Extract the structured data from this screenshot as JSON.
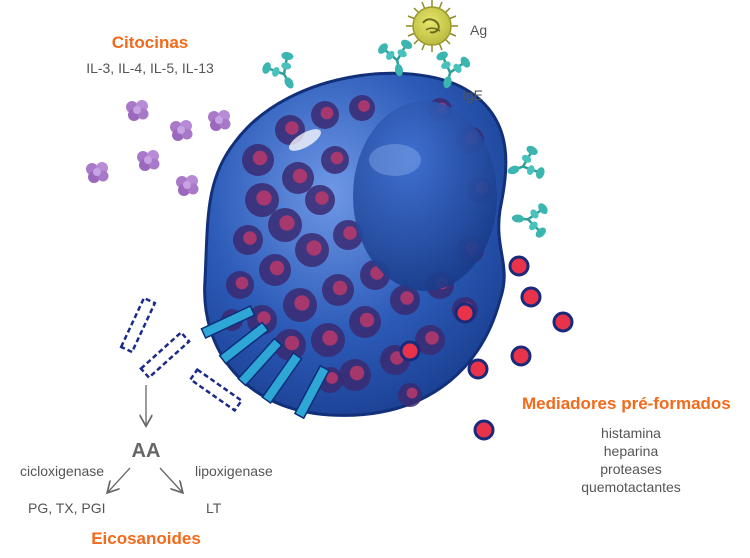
{
  "colors": {
    "accent": "#f26a1b",
    "text": "#555555",
    "cell": "#1f4ea8",
    "granule": "#3a2a72",
    "granule_core": "#c23a6a",
    "antibody": "#3ab5b0",
    "cytokine": "#a979c9",
    "mediator_fill": "#e8334a",
    "mediator_ring": "#1a2a7a",
    "receptor": "#2ea6d6"
  },
  "labels": {
    "cytokines_title": "Citocinas",
    "cytokines_list": "IL-3, IL-4, IL-5, IL-13",
    "antigen": "Ag",
    "ige": "IgE",
    "mediators_title": "Mediadores pré-formados",
    "mediators_list": [
      "histamina",
      "heparina",
      "proteases",
      "quemotactantes"
    ],
    "aa": "AA",
    "cox": "cicloxigenase",
    "lox": "lipoxigenase",
    "cox_products": "PG, TX, PGI",
    "lox_products": "LT",
    "eicosanoids_title": "Eicosanoides"
  }
}
